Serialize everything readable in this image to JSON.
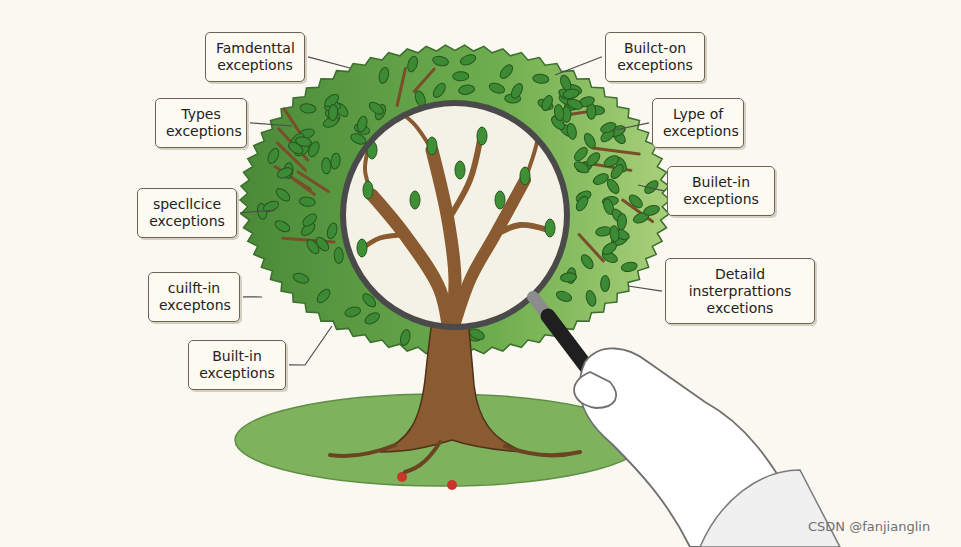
{
  "diagram": {
    "nodes": [
      {
        "text": [
          "Famdenttal exceptions"
        ]
      },
      {
        "text": [
          "Builct-on exceptions"
        ]
      },
      {
        "text": [
          "Types exceptions"
        ]
      },
      {
        "text": [
          "Lype of exceptions"
        ]
      },
      {
        "text": [
          "Builet-in exceptions"
        ]
      },
      {
        "text": [
          "specllcice exceptions"
        ]
      },
      {
        "text": [
          "Detaild insterprattions excetions"
        ]
      },
      {
        "text": [
          "cuilft-in exceptons"
        ]
      },
      {
        "text": [
          "Built-in exceptions"
        ]
      }
    ],
    "labels": [
      "CSDN @fanjianglin"
    ]
  }
}
